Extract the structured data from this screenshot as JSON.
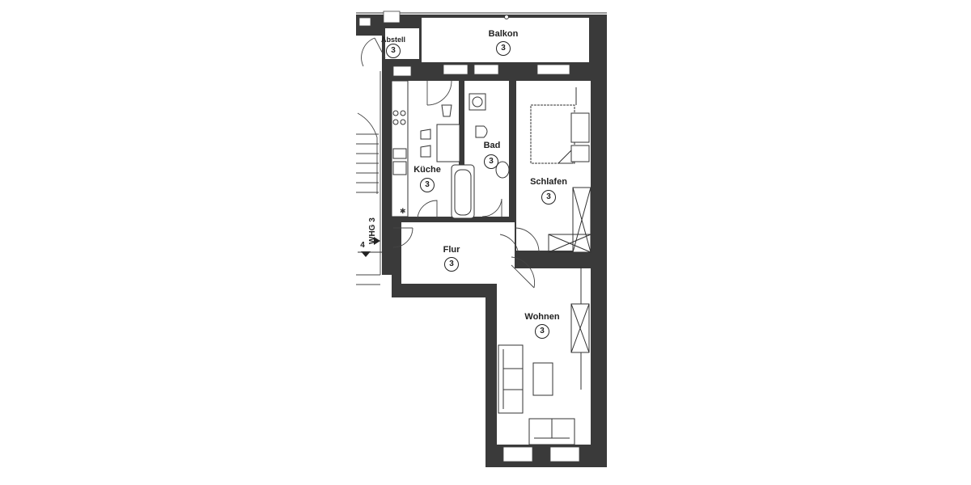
{
  "floor_plan": {
    "unit_label": "WHG 3",
    "neighbor_label": "4",
    "rooms": [
      {
        "name": "Balkon",
        "number": "3"
      },
      {
        "name": "Abstell",
        "number": "3"
      },
      {
        "name": "Küche",
        "number": "3"
      },
      {
        "name": "Bad",
        "number": "3"
      },
      {
        "name": "Schlafen",
        "number": "3"
      },
      {
        "name": "Flur",
        "number": "3"
      },
      {
        "name": "Wohnen",
        "number": "3"
      }
    ]
  }
}
